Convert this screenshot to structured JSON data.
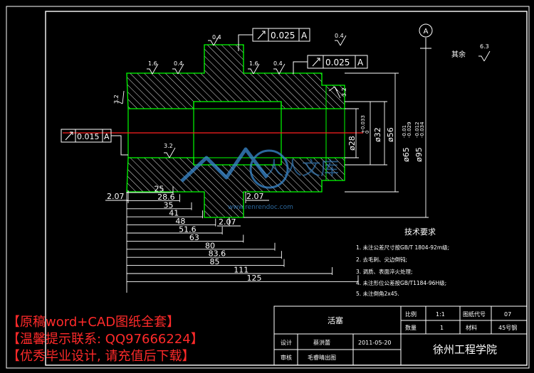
{
  "datum_label": "A",
  "roughness": {
    "r_0_4": "0.4",
    "r_1_6": "1.6",
    "r_3_2": "3.2",
    "r_6_3": "6.3",
    "rest_label": "其余"
  },
  "tolerance_frames": [
    {
      "value": "0.025",
      "datum": "A"
    },
    {
      "value": "0.025",
      "datum": "A"
    },
    {
      "value": "0.015",
      "datum": "A"
    }
  ],
  "diameters": {
    "d28": "ø28",
    "d28_tol_upper": "+0.033",
    "d28_tol_lower": "0",
    "d32": "ø32",
    "d56": "ø56",
    "d65": "ø65",
    "d65_tol_upper": "-0.01",
    "d65_tol_lower": "-0.029",
    "d95": "ø95",
    "d95_tol_upper": "-0.012",
    "d95_tol_lower": "-0.034"
  },
  "length_dims": [
    "25",
    "28.6",
    "35",
    "41",
    "48",
    "51.6",
    "63",
    "80",
    "83.6",
    "85",
    "111",
    "125"
  ],
  "chamfer_dims": [
    "2.07",
    "2.07",
    "2.07"
  ],
  "technical_requirements": {
    "title": "技术要求",
    "items": [
      "1. 未注公差尺寸按GB/T 1804-92m级;",
      "2. 去毛刺、尖边倒钝;",
      "3. 调质、表面淬火处理;",
      "4. 未注形位公差按GB/T1184-96H级;",
      "5. 未注倒角2x45."
    ]
  },
  "title_block": {
    "part_name": "活塞",
    "scale_label": "比例",
    "scale_value": "1:1",
    "drawing_no_label": "图纸代号",
    "drawing_no_value": "07",
    "quantity_label": "数量",
    "quantity_value": "1",
    "material_label": "材料",
    "material_value": "45号钢",
    "designer_label": "设计",
    "designer_name": "蔡洪蕾",
    "date": "2011-05-20",
    "checker_label": "审核",
    "checker_name": "毛睿晴出图",
    "school": "徐州工程学院"
  },
  "watermark": {
    "logo_text": "人人文库",
    "url": "www.renrendoc.com"
  },
  "overlay_lines": [
    "【原稿word+CAD图纸全套】",
    "【温馨提示联系: QQ97666224】",
    "【优秀毕业设计, 请充值后下载】"
  ],
  "colors": {
    "background": "#000000",
    "outline": "#ffffff",
    "part_edge": "#00ff00",
    "hatch": "#ffffff",
    "center_line": "#ff2020",
    "overlay_text": "#ff2a2a",
    "watermark": "#3a8ad0"
  }
}
